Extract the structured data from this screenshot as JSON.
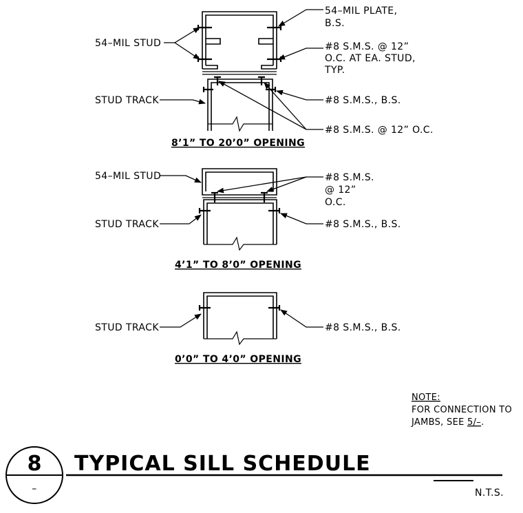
{
  "detail1": {
    "title": "8’1” TO 20’0” OPENING",
    "labels": {
      "plate": [
        "54–MIL PLATE,",
        "B.S."
      ],
      "stud": "54–MIL STUD",
      "sms_each_stud": [
        "#8 S.M.S.  @ 12”",
        "O.C.  AT EA. STUD,",
        "TYP."
      ],
      "track": "STUD TRACK",
      "sms_bs": "#8 S.M.S., B.S.",
      "sms_oc": "#8 S.M.S. @ 12” O.C."
    }
  },
  "detail2": {
    "title": "4’1” TO 8’0” OPENING",
    "labels": {
      "stud": "54–MIL STUD",
      "sms_oc": [
        "#8 S.M.S.",
        "@ 12”",
        "O.C."
      ],
      "track": "STUD TRACK",
      "sms_bs": "#8 S.M.S., B.S."
    }
  },
  "detail3": {
    "title": "0’0” TO 4’0” OPENING",
    "labels": {
      "track": "STUD TRACK",
      "sms_bs": "#8 S.M.S., B.S."
    }
  },
  "note": {
    "heading": "NOTE:",
    "line1": "FOR CONNECTION TO",
    "line2_prefix": "JAMBS, SEE ",
    "line2_ref": "5/–",
    "line2_suffix": "."
  },
  "title_block": {
    "detail_number": "8",
    "sheet_ref": "–",
    "title": "TYPICAL SILL SCHEDULE",
    "scale": "N.T.S."
  }
}
